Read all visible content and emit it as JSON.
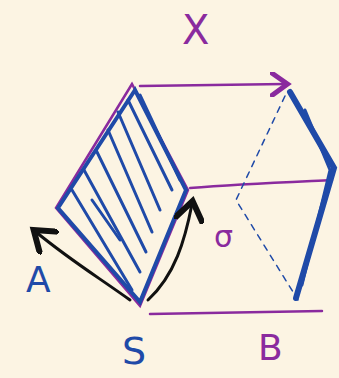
{
  "diagram": {
    "labels": [
      "X",
      "A",
      "S",
      "B",
      "σ"
    ]
  }
}
